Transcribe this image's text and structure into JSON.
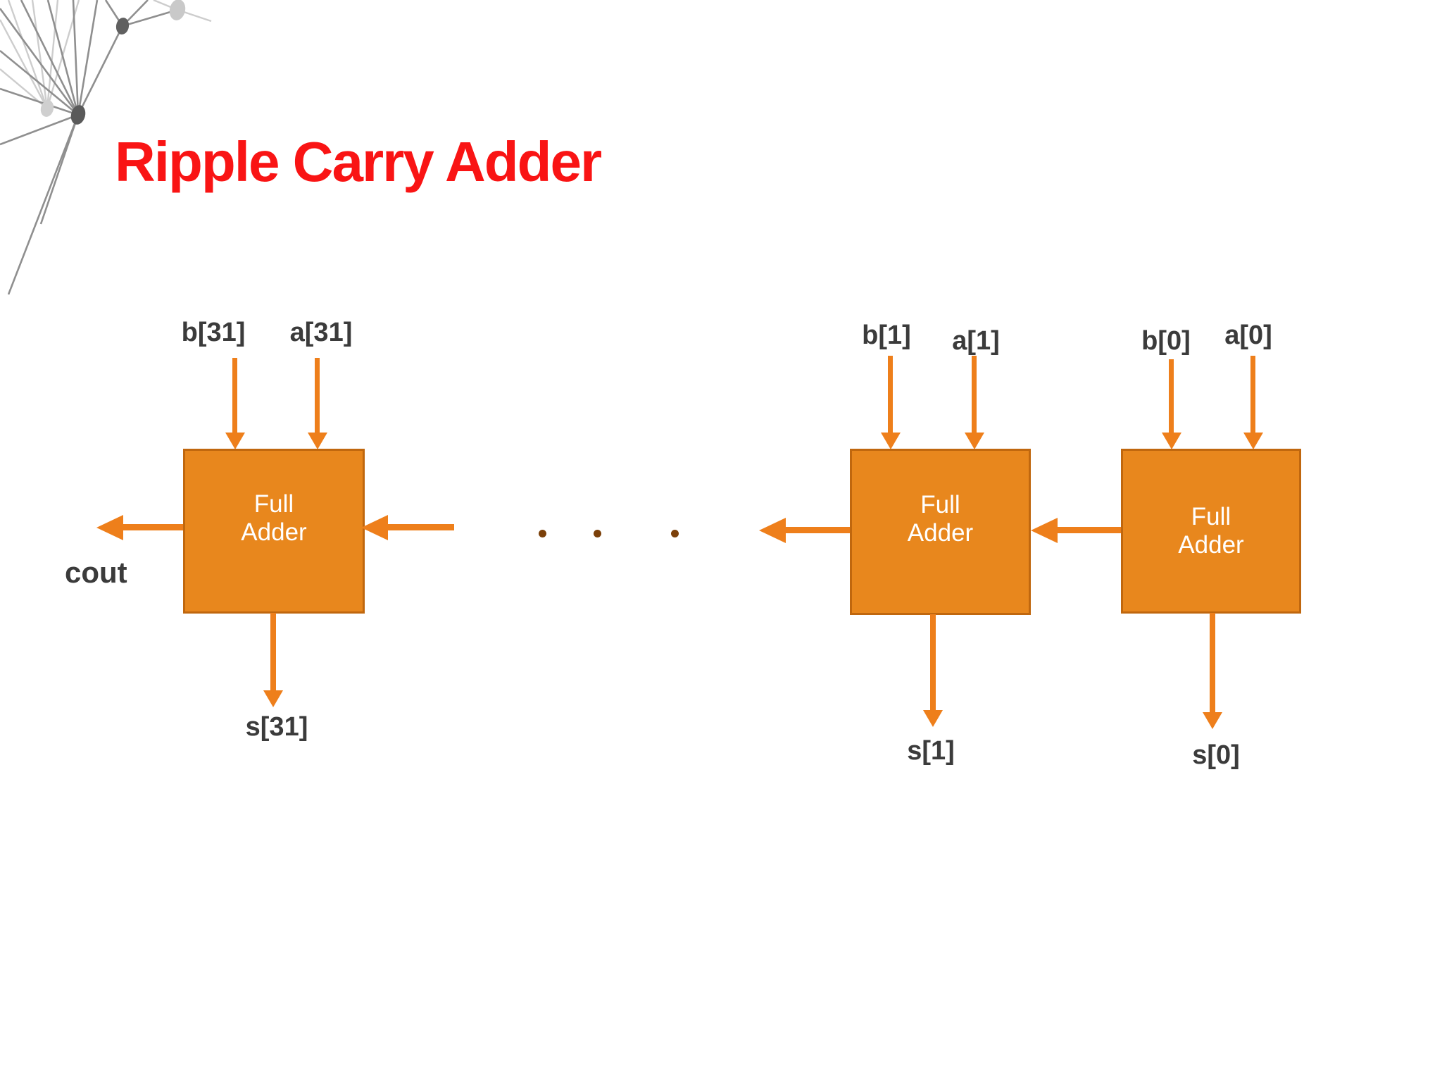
{
  "title": "Ripple Carry Adder",
  "colors": {
    "title_red": "#F91414",
    "box_fill": "#E8871D",
    "box_border": "#C0670E",
    "box_text": "#FFFFFF",
    "arrow_orange": "#EE7F1B",
    "label_dark": "#3B3B3B",
    "dot_brown": "#7B4009",
    "net_dark": "#8F8F8F",
    "net_light": "#CDCDCD"
  },
  "diagram": {
    "carry_out_label": "cout",
    "ellipsis_dots": 3,
    "adders": [
      {
        "label_line1": "Full",
        "label_line2": "Adder",
        "input_b": "b[31]",
        "input_a": "a[31]",
        "output_s": "s[31]"
      },
      {
        "label_line1": "Full",
        "label_line2": "Adder",
        "input_b": "b[1]",
        "input_a": "a[1]",
        "output_s": "s[1]"
      },
      {
        "label_line1": "Full",
        "label_line2": "Adder",
        "input_b": "b[0]",
        "input_a": "a[0]",
        "output_s": "s[0]"
      }
    ]
  }
}
